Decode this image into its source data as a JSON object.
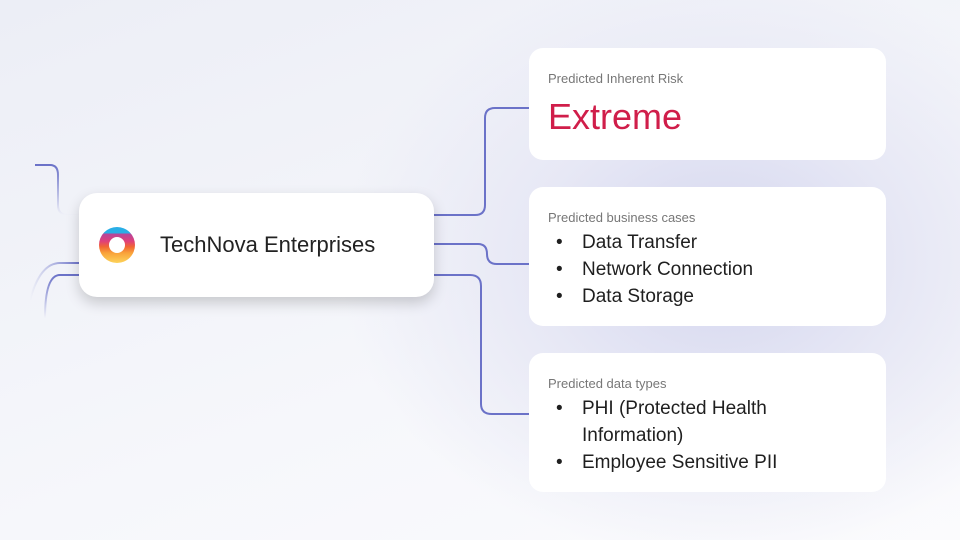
{
  "company": {
    "name": "TechNova Enterprises",
    "logo": "technova-ring-logo"
  },
  "risk": {
    "label": "Predicted Inherent Risk",
    "value": "Extreme",
    "color": "#d01e4a"
  },
  "business_cases": {
    "label": "Predicted business cases",
    "items": [
      "Data Transfer",
      "Network Connection",
      "Data Storage"
    ]
  },
  "data_types": {
    "label": "Predicted data types",
    "items": [
      "PHI (Protected Health Information)",
      "Employee Sensitive PII"
    ]
  },
  "colors": {
    "connector": "#6b72c8"
  }
}
